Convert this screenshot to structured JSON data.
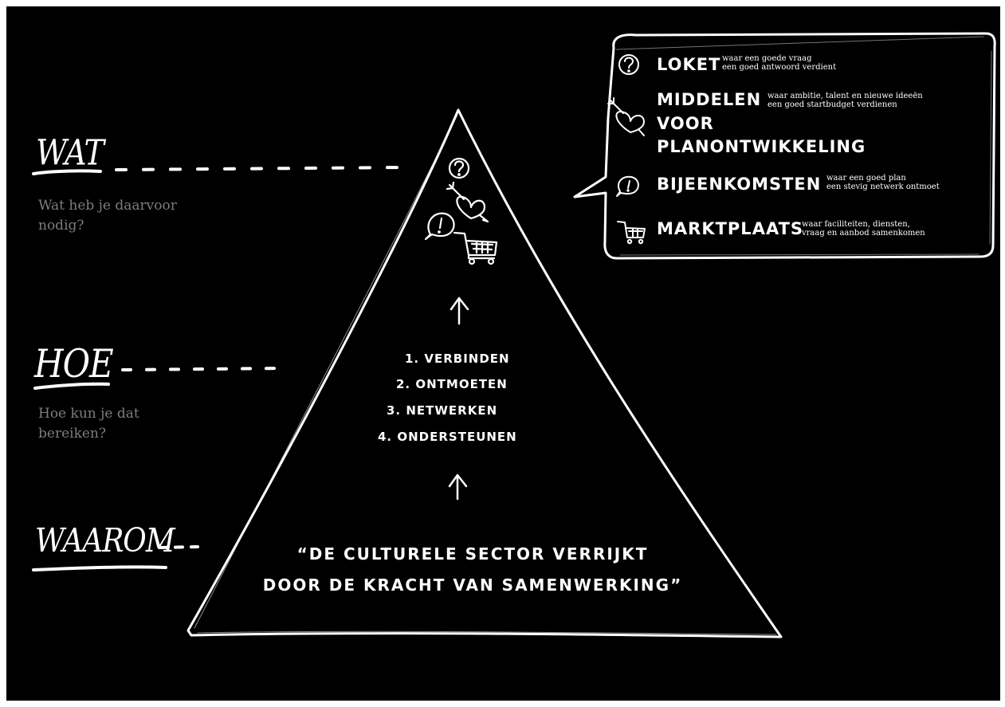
{
  "levels": {
    "wat": {
      "label": "WAT",
      "question": "Wat heb je daarvoor nodig?"
    },
    "hoe": {
      "label": "HOE",
      "question": "Hoe kun je dat bereiken?"
    },
    "waarom": {
      "label": "WAAROM"
    }
  },
  "steps": [
    "1. VERBINDEN",
    "2. ONTMOETEN",
    "3. NETWERKEN",
    "4. ONDERSTEUNEN"
  ],
  "quote": {
    "line1": "“DE CULTURELE SECTOR VERRIJKT",
    "line2": "DOOR DE KRACHT VAN SAMENWERKING”"
  },
  "legend": {
    "items": [
      {
        "icon": "question-mark-icon",
        "title": "LOKET",
        "desc": [
          "waar een goede vraag",
          "een goed antwoord verdient"
        ]
      },
      {
        "icon": "heart-arrow-icon",
        "title_lines": [
          "MIDDELEN",
          "VOOR",
          "PLANONTWIKKELING"
        ],
        "desc": [
          "waar ambitie, talent en nieuwe ideeën",
          "een goed startbudget verdienen"
        ]
      },
      {
        "icon": "exclamation-bubble-icon",
        "title": "BIJEENKOMSTEN",
        "desc": [
          "waar een goed plan",
          "een stevig netwerk ontmoet"
        ]
      },
      {
        "icon": "shopping-cart-icon",
        "title": "MARKTPLAATS",
        "desc": [
          "waar faciliteiten, diensten,",
          "vraag en aanbod samenkomen"
        ]
      }
    ]
  },
  "colors": {
    "background": "#000000",
    "chalk": "#ffffff",
    "question_text": "#7d7d7d"
  }
}
